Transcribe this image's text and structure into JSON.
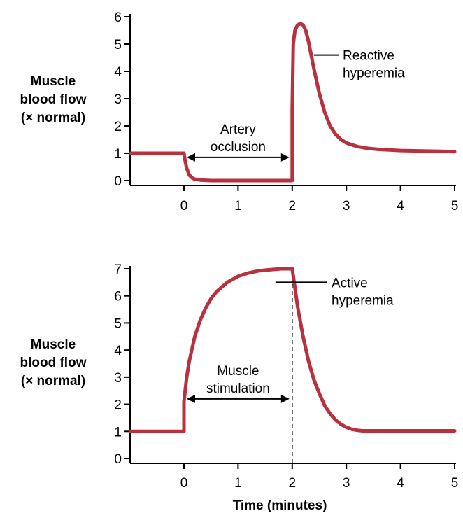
{
  "chart_data": [
    {
      "type": "line",
      "ylabel": [
        "Muscle",
        "blood flow",
        "(× normal)"
      ],
      "xlabel": "",
      "xlim": [
        -1,
        5
      ],
      "ylim": [
        0,
        6
      ],
      "xticks": [
        0,
        1,
        2,
        3,
        4,
        5
      ],
      "yticks": [
        0,
        1,
        2,
        3,
        4,
        5,
        6
      ],
      "color": "#b8313f",
      "series": [
        {
          "x": [
            -1,
            0,
            0.02,
            0.05,
            0.1,
            0.15,
            0.2,
            0.3,
            0.5,
            1.0,
            1.5,
            2.0,
            2.0,
            2.02,
            2.05,
            2.1,
            2.15,
            2.2,
            2.25,
            2.3,
            2.4,
            2.5,
            2.6,
            2.7,
            2.8,
            2.9,
            3.0,
            3.2,
            3.4,
            3.6,
            3.8,
            4.0,
            4.5,
            5.0
          ],
          "y": [
            1,
            1,
            0.75,
            0.45,
            0.2,
            0.1,
            0.05,
            0.02,
            0.0,
            0.0,
            0.0,
            0.0,
            2.6,
            5.0,
            5.5,
            5.7,
            5.75,
            5.7,
            5.5,
            5.1,
            4.1,
            3.2,
            2.5,
            2.0,
            1.7,
            1.5,
            1.38,
            1.25,
            1.18,
            1.14,
            1.12,
            1.1,
            1.08,
            1.06
          ]
        }
      ],
      "annotations": [
        {
          "text": [
            "Artery",
            "occlusion"
          ],
          "from_x": 0,
          "to_x": 2,
          "y": 0.85
        },
        {
          "text": [
            "Reactive",
            "hyperemia"
          ],
          "target_x": 2.22,
          "target_y": 4.6
        }
      ]
    },
    {
      "type": "line",
      "ylabel": [
        "Muscle",
        "blood flow",
        "(× normal)"
      ],
      "xlabel": "Time (minutes)",
      "xlim": [
        -1,
        5
      ],
      "ylim": [
        0,
        7
      ],
      "xticks": [
        0,
        1,
        2,
        3,
        4,
        5
      ],
      "yticks": [
        0,
        1,
        2,
        3,
        4,
        5,
        6,
        7
      ],
      "color": "#b8313f",
      "series": [
        {
          "x": [
            -1,
            0,
            0,
            0.05,
            0.1,
            0.2,
            0.3,
            0.4,
            0.5,
            0.6,
            0.8,
            1.0,
            1.2,
            1.4,
            1.6,
            1.8,
            2.0,
            2.0,
            2.05,
            2.1,
            2.2,
            2.3,
            2.4,
            2.5,
            2.6,
            2.7,
            2.8,
            2.9,
            3.0,
            3.1,
            3.2,
            3.3,
            3.5,
            4.0,
            5.0
          ],
          "y": [
            1,
            1,
            2.1,
            3.0,
            3.6,
            4.5,
            5.1,
            5.55,
            5.9,
            6.15,
            6.5,
            6.72,
            6.85,
            6.93,
            6.97,
            7.0,
            7.0,
            7.0,
            6.3,
            5.6,
            4.5,
            3.6,
            2.9,
            2.4,
            1.95,
            1.65,
            1.42,
            1.26,
            1.15,
            1.08,
            1.04,
            1.02,
            1.02,
            1.02,
            1.02
          ]
        }
      ],
      "annotations": [
        {
          "text": [
            "Muscle",
            "stimulation"
          ],
          "from_x": 0,
          "to_x": 2,
          "y": 2.2
        },
        {
          "text": [
            "Active",
            "hyperemia"
          ],
          "target_x": 2.0,
          "target_y": 6.5
        },
        {
          "dashed_vertical_at_x": 2
        }
      ]
    }
  ]
}
